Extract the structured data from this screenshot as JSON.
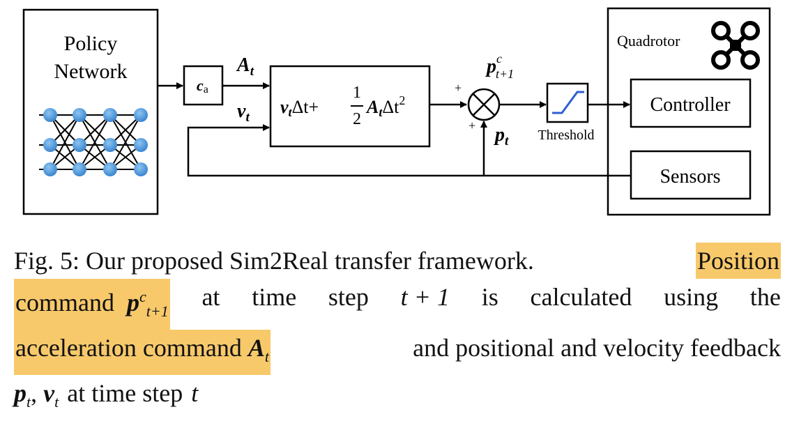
{
  "diagram": {
    "policy_network": {
      "line1": "Policy",
      "line2": "Network"
    },
    "scale_block": {
      "symbol": "c",
      "sub": "a"
    },
    "accel_label": {
      "symbol": "A",
      "sub": "t"
    },
    "vel_label": {
      "symbol": "v",
      "sub": "t"
    },
    "integrator_formula": {
      "v": "v",
      "vsub": "t",
      "dt": "Δt+",
      "num": "1",
      "den": "2",
      "A": "A",
      "Asub": "t",
      "dt2": "Δt",
      "pow": "2"
    },
    "sum_plus_top": "+",
    "sum_plus_bottom": "+",
    "pos_cmd_label": {
      "symbol": "p",
      "sup": "c",
      "sub": "t+1"
    },
    "pos_feedback_label": {
      "symbol": "p",
      "sub": "t"
    },
    "threshold_label": "Threshold",
    "quadrotor_label": "Quadrotor",
    "controller_label": "Controller",
    "sensors_label": "Sensors"
  },
  "caption": {
    "l1_a": "Fig. 5: Our proposed Sim2Real transfer framework.",
    "l1_hl": "Position",
    "l2_hl_word": "command",
    "l2_sym": "p",
    "l2_sup": "c",
    "l2_sub": "t+1",
    "l2_w1": "at",
    "l2_w2": "time",
    "l2_w3": "step",
    "l2_math": "t + 1",
    "l2_w4": "is",
    "l2_w5": "calculated",
    "l2_w6": "using",
    "l2_w7": "the",
    "l3_hl": "acceleration command",
    "l3_sym": "A",
    "l3_sub": "t",
    "l3_rest": "and positional and velocity feedback",
    "l4_p": "p",
    "l4_psub": "t",
    "l4_comma": ",",
    "l4_v": "v",
    "l4_vsub": "t",
    "l4_text": "at time step",
    "l4_t": "t"
  }
}
